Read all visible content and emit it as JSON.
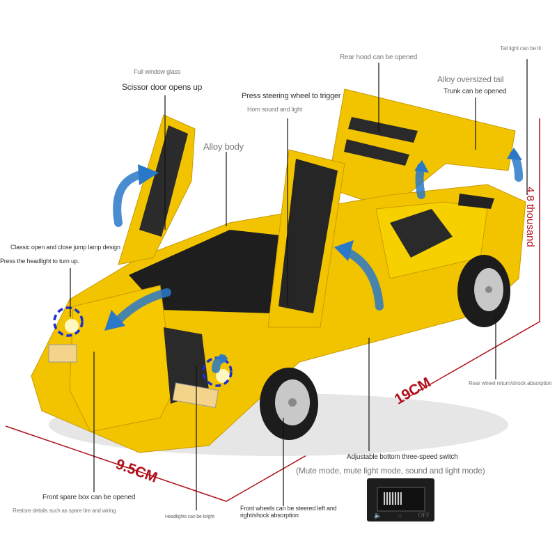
{
  "labels": {
    "full_window_glass": "Full window glass",
    "scissor_door": "Scissor door opens up",
    "alloy_body": "Alloy body",
    "press_steering": "Press steering wheel to trigger",
    "horn_sound": "Horn sound and light",
    "rear_hood": "Rear hood can be opened",
    "alloy_tail": "Alloy oversized tail",
    "trunk": "Trunk can be opened",
    "tail_light": "Tail light can be lit",
    "jump_lamp": "Classic open and close jump lamp design",
    "press_headlight": "Press the headlight to turn up.",
    "rear_wheel": "Rear wheel return/shock absorption",
    "three_speed": "Adjustable bottom three-speed switch",
    "modes": "(Mute mode, mute light mode, sound and light mode)",
    "front_spare": "Front spare box can be opened",
    "restore_details": "Restore details such as spare tire and wiring",
    "headlights_bright": "Headlights can be bright",
    "front_wheels": "Front wheels can be steered left and right/shock absorption"
  },
  "dimensions": {
    "height": "4.8 thousand",
    "length": "19CM",
    "width": "9.5CM"
  },
  "switch": {
    "marks": [
      "🔈",
      "☼",
      "OFF"
    ]
  },
  "colors": {
    "car_body": "#f2c400",
    "dimension_line": "#b0101a",
    "arrow": "#2a78c8",
    "headlight_ring": "#1a2fd0"
  }
}
